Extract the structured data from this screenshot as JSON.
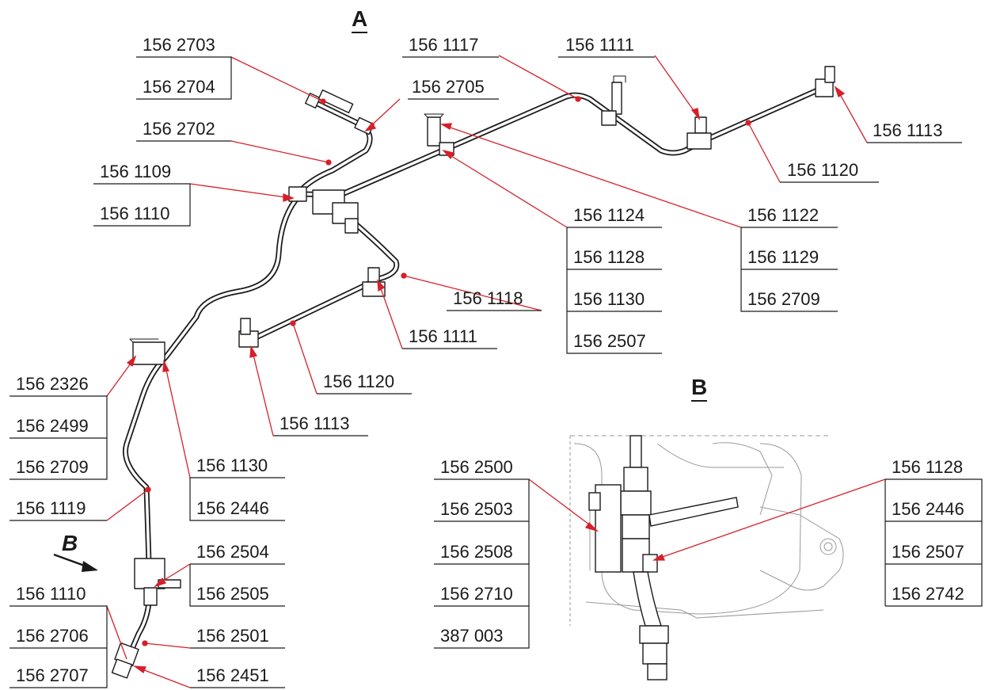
{
  "view_headings": {
    "a": "A",
    "b": "B",
    "b_arrow": "B"
  },
  "view_a_labels": {
    "l156_2703": "156 2703",
    "l156_2704": "156 2704",
    "l156_2705": "156 2705",
    "l156_2702": "156 2702",
    "l156_1109": "156 1109",
    "l156_1110_top": "156 1110",
    "l156_1117": "156 1117",
    "l156_1111_top": "156 1111",
    "l156_1113_right": "156 1113",
    "l156_1120_right": "156 1120",
    "l156_1124": "156 1124",
    "l156_1128": "156 1128",
    "l156_1130_mid": "156 1130",
    "l156_2507": "156 2507",
    "l156_1122": "156 1122",
    "l156_1129": "156 1129",
    "l156_2709_right": "156 2709",
    "l156_1118": "156 1118",
    "l156_1111_mid": "156 1111",
    "l156_1120_mid": "156 1120",
    "l156_1113_mid": "156 1113",
    "l156_2326": "156 2326",
    "l156_2499": "156 2499",
    "l156_2709_left": "156 2709",
    "l156_1119": "156 1119",
    "l156_1130_left": "156 1130",
    "l156_2446_left": "156 2446",
    "l156_2504": "156 2504",
    "l156_2505": "156 2505",
    "l156_2501": "156 2501",
    "l156_2451": "156 2451",
    "l156_1110_bottom": "156 1110",
    "l156_2706": "156 2706",
    "l156_2707": "156 2707"
  },
  "view_b_labels": {
    "l156_2500": "156 2500",
    "l156_2503": "156 2503",
    "l156_2508": "156 2508",
    "l156_2710": "156 2710",
    "l387_003": "387 003",
    "l156_1128": "156 1128",
    "l156_2446": "156 2446",
    "l156_2507": "156 2507",
    "l156_2742": "156 2742"
  },
  "colors": {
    "leader": "#d6202a",
    "line": "#1a1a1a",
    "pipe_fill": "#ffffff",
    "photo_bg": "#f4f4f4"
  }
}
